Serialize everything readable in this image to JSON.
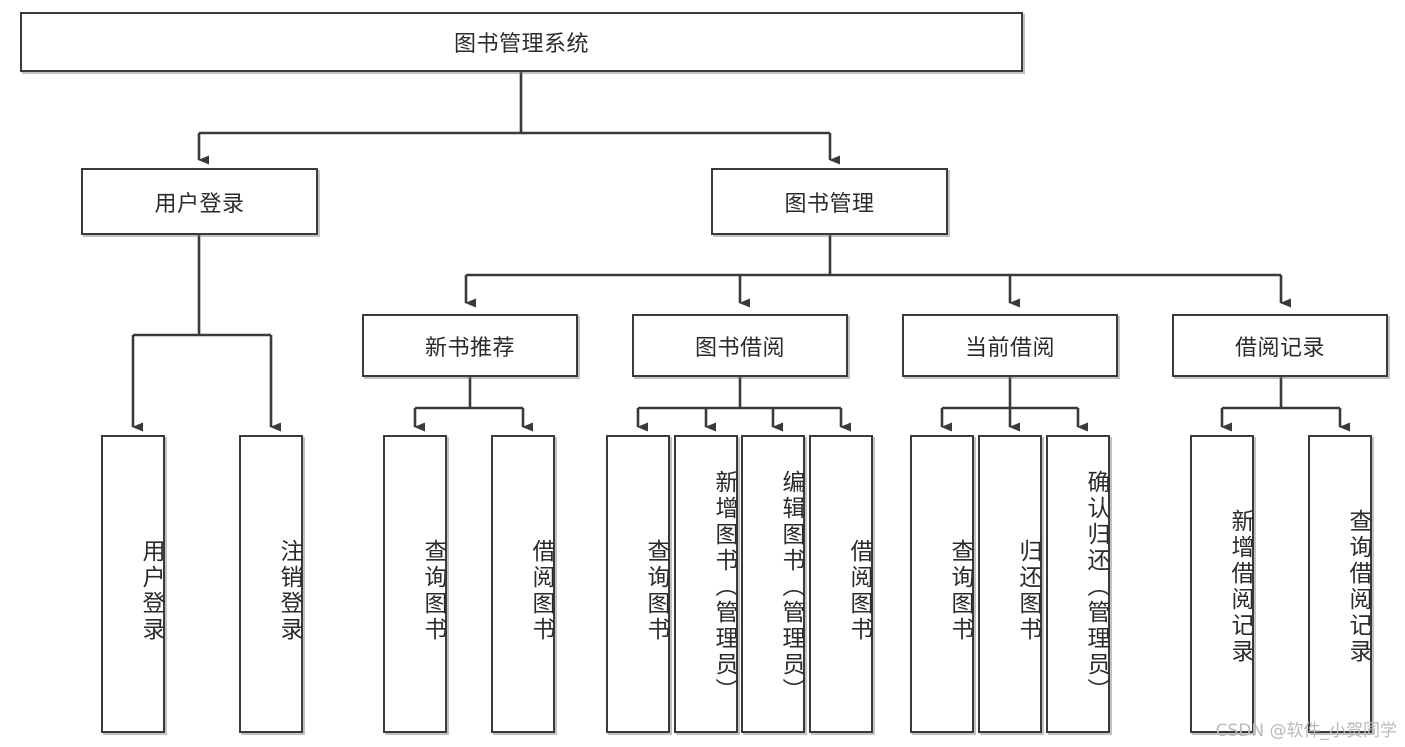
{
  "diagram": {
    "type": "tree",
    "title": "图书管理系统",
    "root": {
      "label": "图书管理系统"
    },
    "level2": [
      {
        "label": "用户登录"
      },
      {
        "label": "图书管理"
      }
    ],
    "level3": [
      {
        "label": "新书推荐"
      },
      {
        "label": "图书借阅"
      },
      {
        "label": "当前借阅"
      },
      {
        "label": "借阅记录"
      }
    ],
    "leaves": {
      "user_login": [
        "用户登录",
        "注销登录"
      ],
      "new_book_recommend": [
        "查询图书",
        "借阅图书"
      ],
      "book_borrow": [
        "查询图书",
        "新增图书（管理员）",
        "编辑图书（管理员）",
        "借阅图书"
      ],
      "current_borrow": [
        "查询图书",
        "归还图书",
        "确认归还（管理员）"
      ],
      "borrow_record": [
        "新增借阅记录",
        "查询借阅记录"
      ]
    }
  },
  "watermark": {
    "text": "CSDN @软件_小贺同学"
  },
  "colors": {
    "stroke": "#3a3a3a",
    "fill": "#ffffff",
    "text": "#2b2b2b",
    "watermark": "#b9b9b9"
  }
}
